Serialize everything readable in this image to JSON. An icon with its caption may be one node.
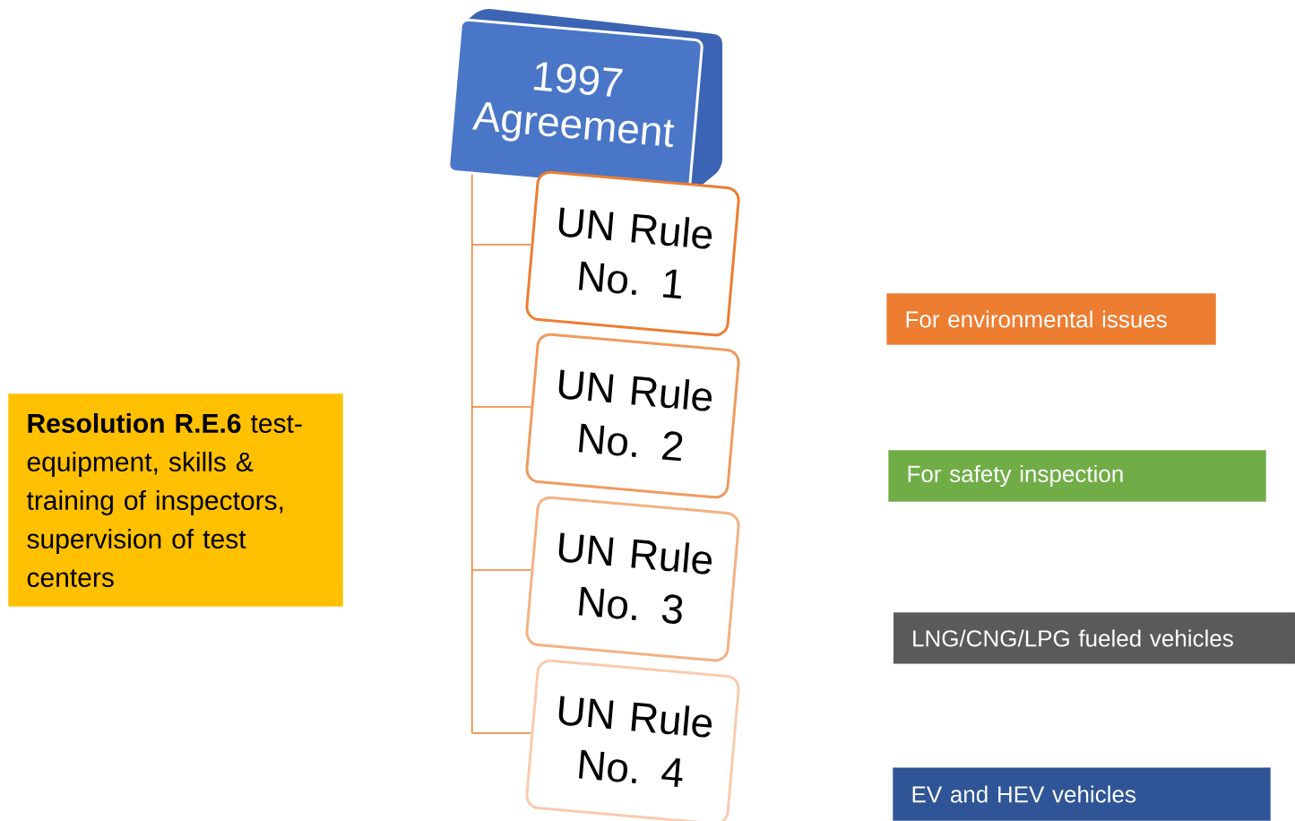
{
  "diagram": {
    "nodes": [
      {
        "text": [
          "1997 Agreement"
        ]
      },
      {
        "text": [
          "UN Rule No. 1"
        ]
      },
      {
        "text": [
          "UN Rule No. 2"
        ]
      },
      {
        "text": [
          "UN Rule No. 3"
        ]
      },
      {
        "text": [
          "UN Rule No. 4"
        ]
      },
      {
        "text": [
          "**Resolution R.E.6** test-equipment, skills & training of inspectors, supervision of test centers"
        ]
      },
      {
        "text": [
          "For environmental issues"
        ]
      },
      {
        "text": [
          "For safety inspection"
        ]
      },
      {
        "text": [
          "LNG/CNG/LPG fueled vehicles"
        ]
      },
      {
        "text": [
          "EV and HEV vehicles"
        ]
      }
    ],
    "edges": [
      {
        "from": 0,
        "to": 1,
        "arrow": "none"
      },
      {
        "from": 0,
        "to": 2,
        "arrow": "none"
      },
      {
        "from": 0,
        "to": 3,
        "arrow": "none"
      },
      {
        "from": 0,
        "to": 4,
        "arrow": "none"
      }
    ]
  }
}
